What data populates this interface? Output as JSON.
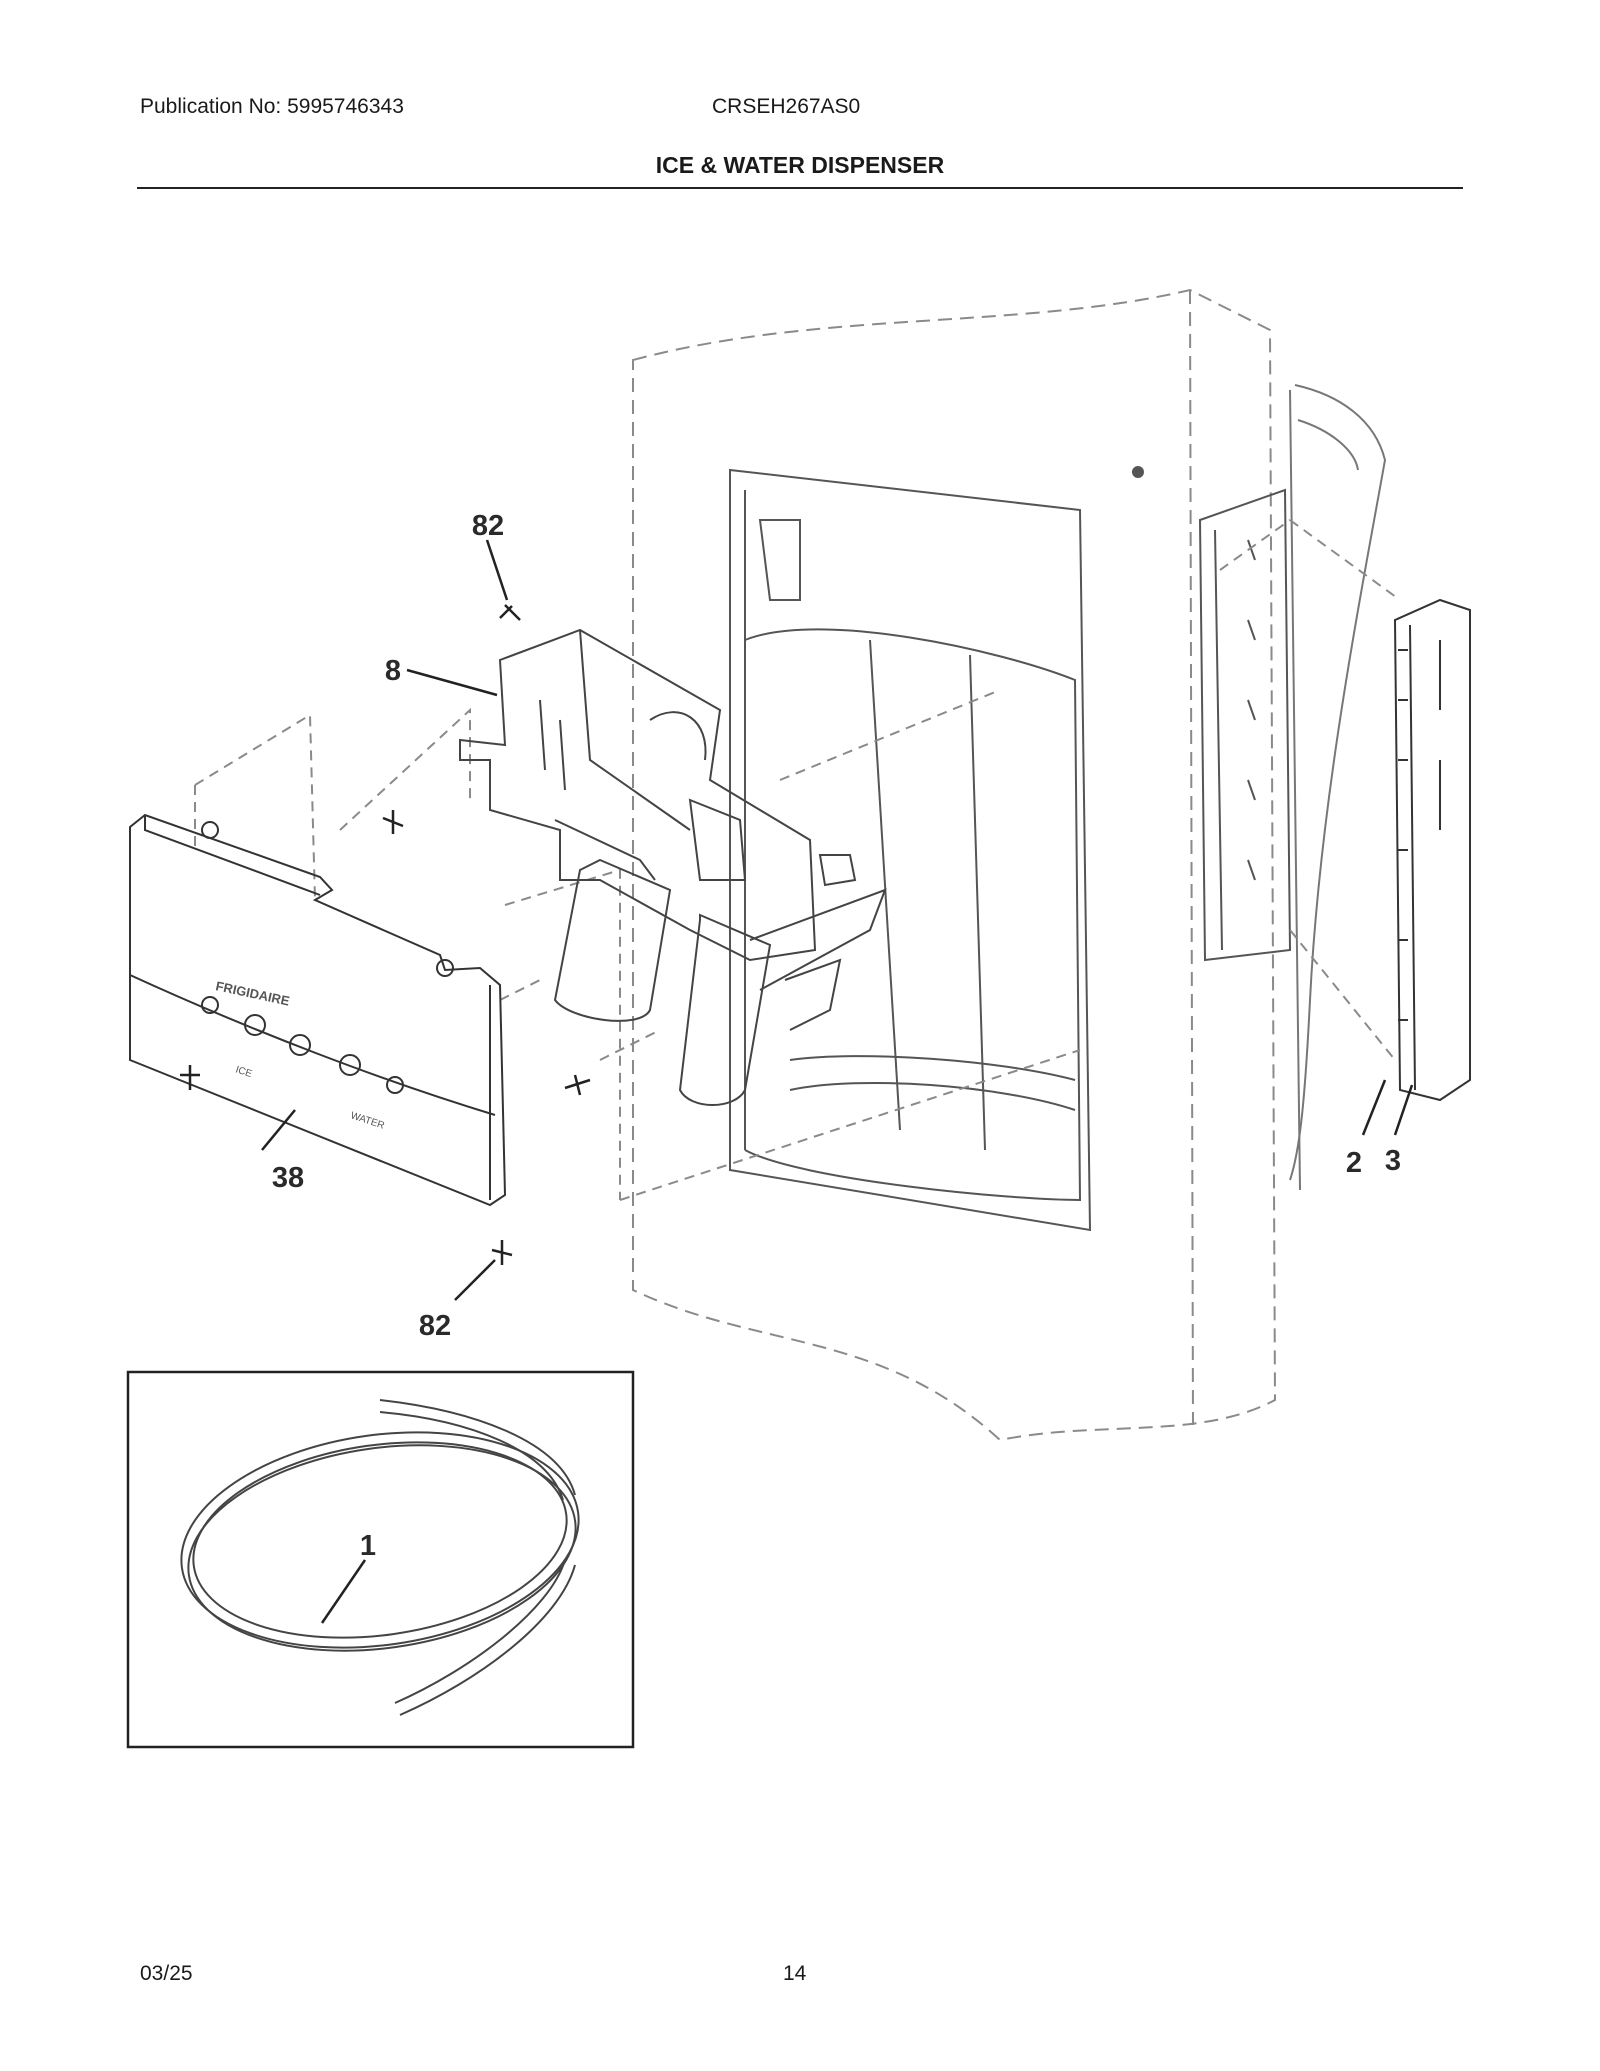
{
  "header": {
    "publication": "Publication No: 5995746343",
    "model": "CRSEH267AS0",
    "section_title": "ICE & WATER DISPENSER"
  },
  "diagram": {
    "callouts": [
      "82",
      "8",
      "38",
      "82",
      "2",
      "3",
      "1"
    ],
    "panel_brand": "FRIGIDAIRE",
    "panel_labels": [
      "ICE",
      "WATER"
    ]
  },
  "footer": {
    "date": "03/25",
    "page": "14"
  }
}
